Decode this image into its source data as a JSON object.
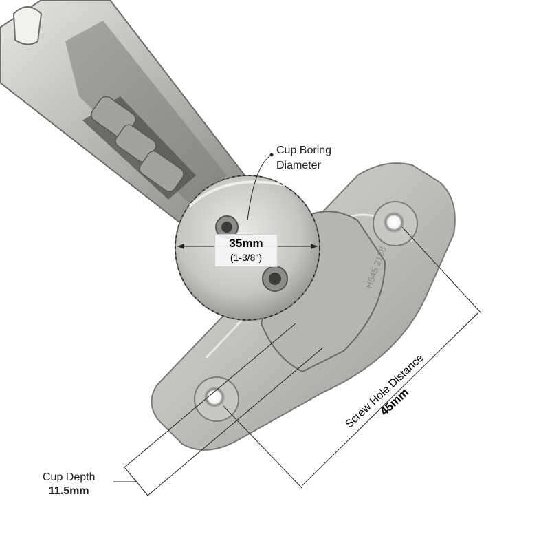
{
  "annotations": {
    "cup_boring": {
      "title_line1": "Cup Boring",
      "title_line2": "Diameter",
      "value": "35mm",
      "sub_value": "(1-3/8\")"
    },
    "screw_hole": {
      "label": "Screw Hole Distance",
      "value": "45mm"
    },
    "cup_depth": {
      "label": "Cup Depth",
      "value": "11.5mm"
    },
    "stamp": {
      "text": "H645 2138"
    }
  },
  "colors": {
    "metal_light": "#d8d6d2",
    "metal_mid": "#a9a7a3",
    "metal_dark": "#5e5c58",
    "line": "#222222",
    "background": "#ffffff"
  },
  "subject": "concealed-cabinet-hinge-icon"
}
